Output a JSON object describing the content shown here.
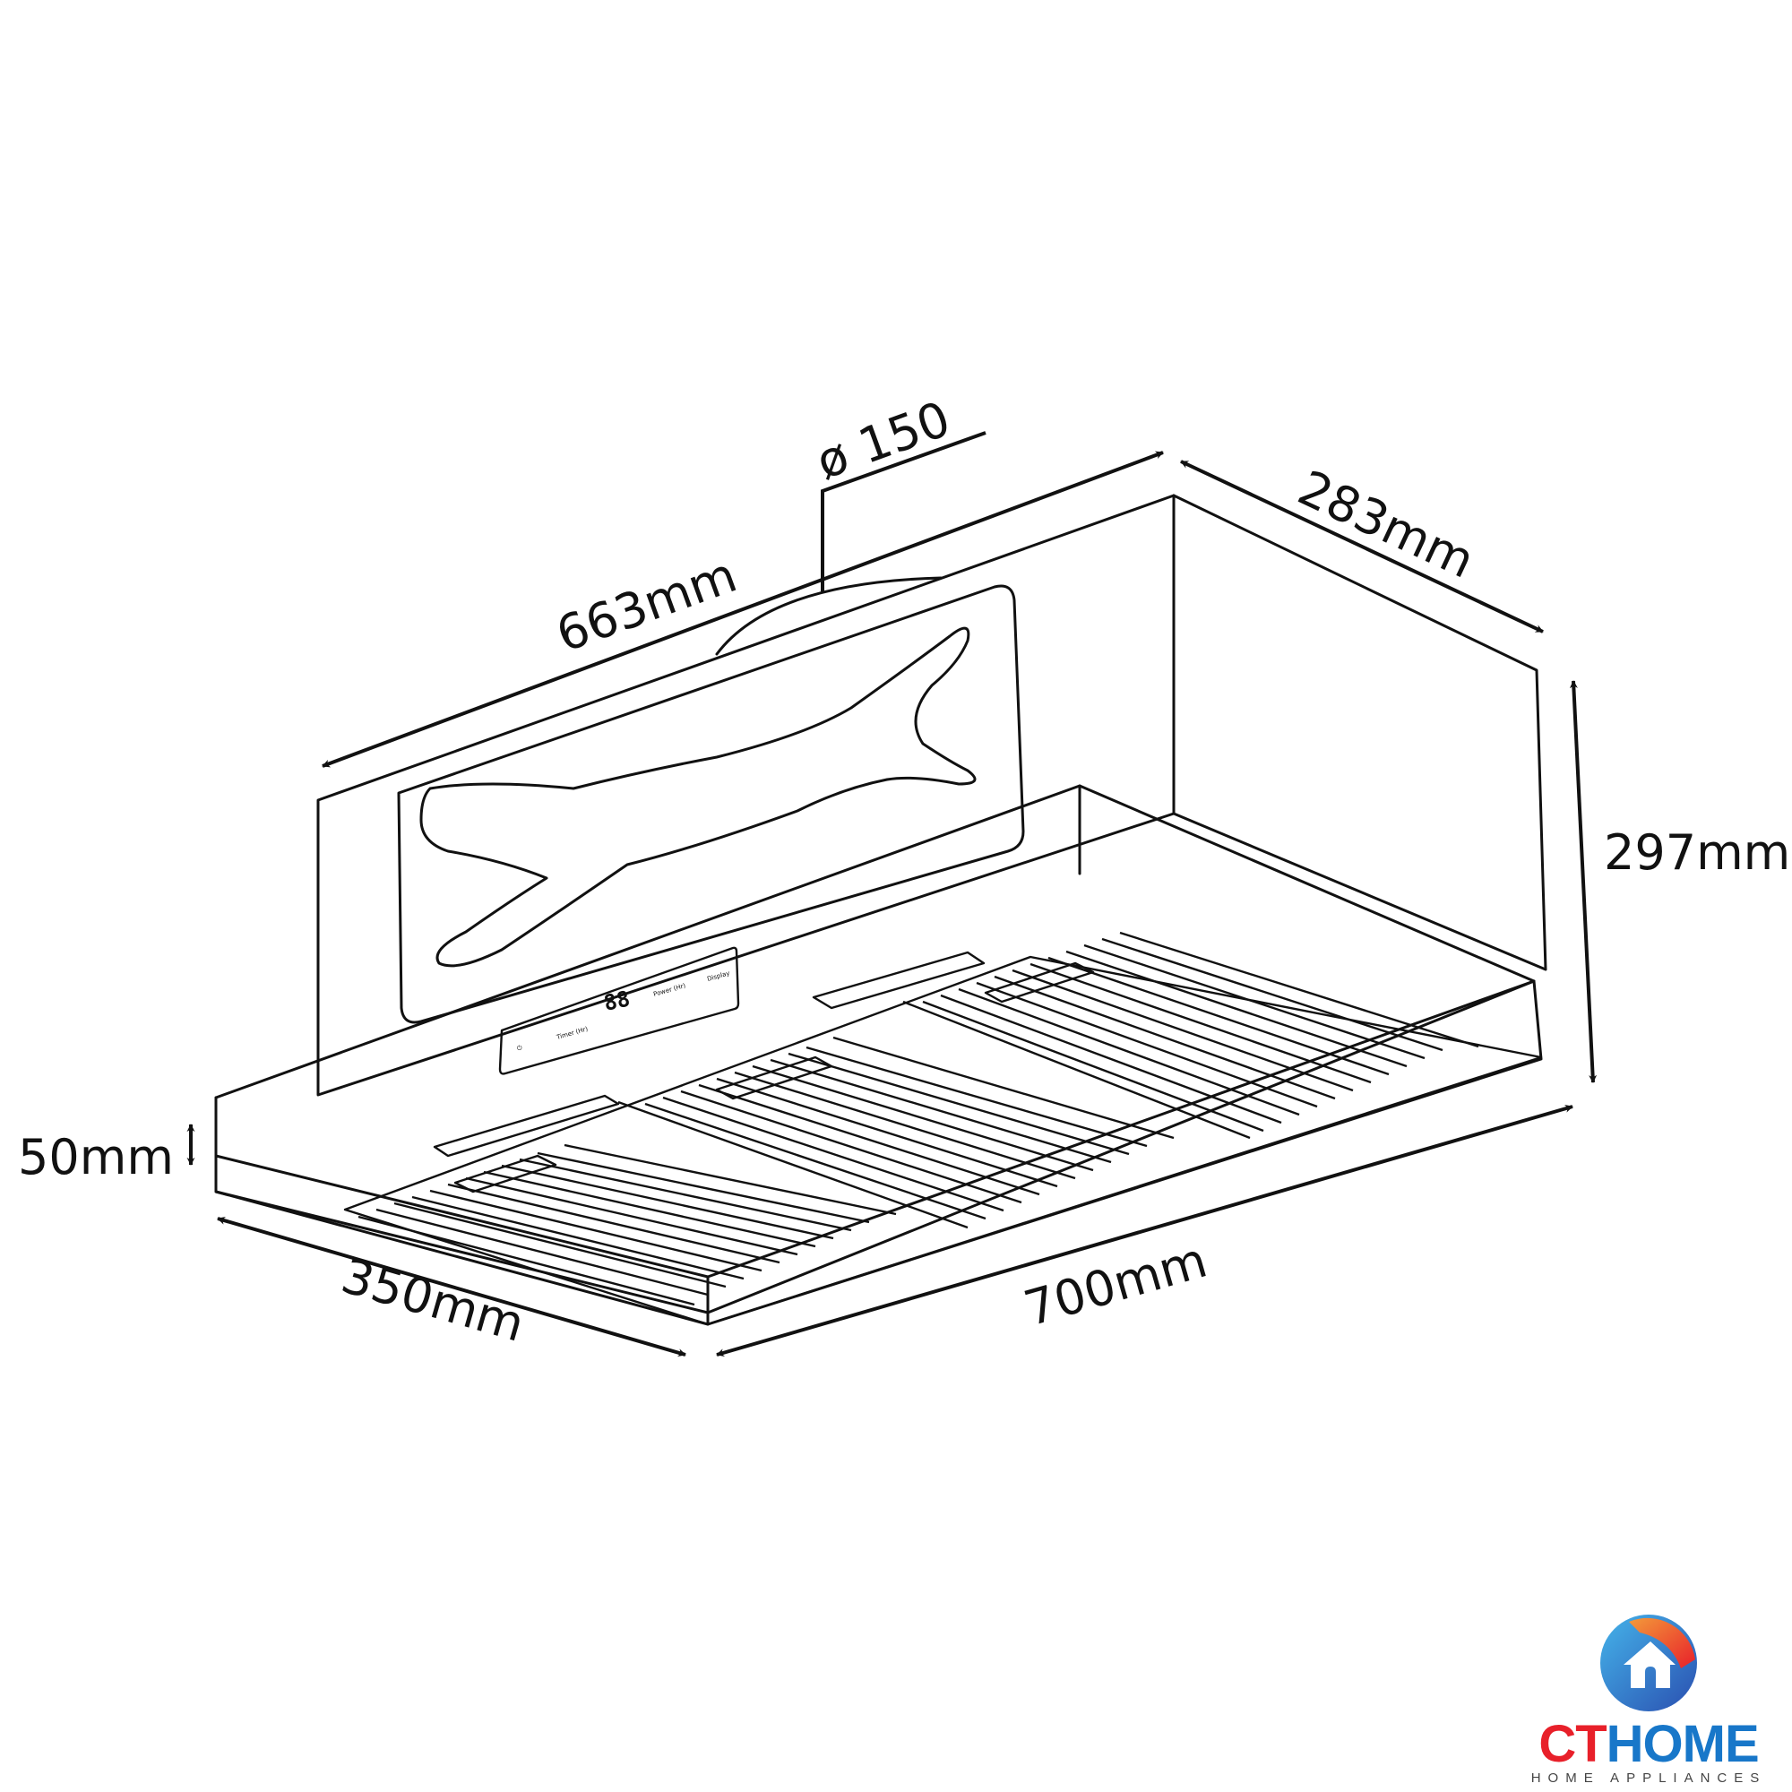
{
  "diagram": {
    "subject": "Range hood dimensional drawing",
    "dimensions": {
      "duct_diameter": "ø 150",
      "top_width": "663mm",
      "top_depth": "283mm",
      "total_height": "297mm",
      "base_height": "50mm",
      "base_depth": "350mm",
      "base_width": "700mm"
    },
    "control_panel": {
      "display": "88",
      "labels": [
        "Timer (Hr)",
        "Power (Hr)",
        "Display"
      ]
    }
  },
  "logo": {
    "brand_ct": "CT",
    "brand_home": "HOME",
    "tagline": "HOME APPLIANCES",
    "colors": {
      "red": "#e8202a",
      "blue": "#1877c9",
      "orange": "#f07a2a"
    }
  }
}
